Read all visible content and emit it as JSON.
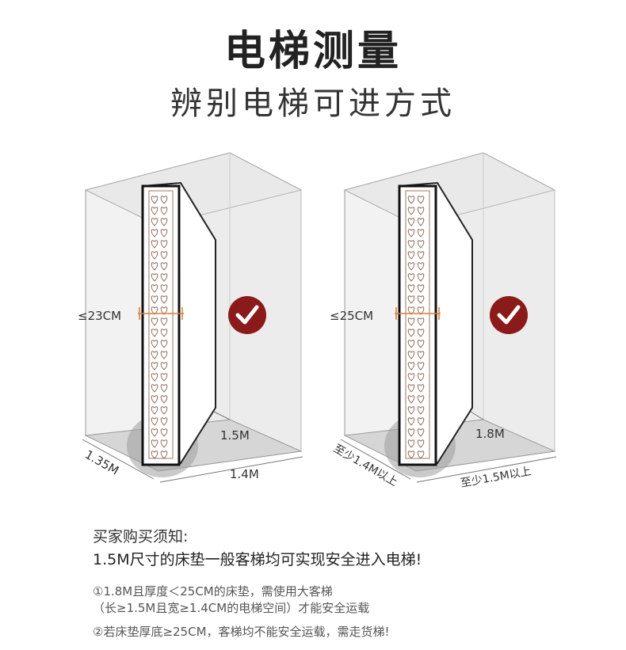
{
  "header": {
    "title": "电梯测量",
    "subtitle": "辨别电梯可进方式"
  },
  "scenes": [
    {
      "thickness_label": "≤23CM",
      "height_label": "1.5M",
      "width_label": "1.4M",
      "depth_label": "1.35M",
      "status_icon": "check-icon"
    },
    {
      "thickness_label": "≤25CM",
      "height_label": "1.8M",
      "width_label": "至少1.5M以上",
      "depth_label": "至少1.4M以上",
      "status_icon": "check-icon"
    }
  ],
  "notes": {
    "title": "买家购买须知:",
    "headline": "1.5M尺寸的床垫一般客梯均可实现安全进入电梯!",
    "item1_line1": "①1.8M且厚度＜25CM的床垫，需使用大客梯",
    "item1_line2": "（长≥1.5M且宽≥1.4CM的电梯空间）才能安全运载",
    "item2": "②若床垫厚底≥25CM，客梯均不能安全运载，需走货梯!"
  },
  "colors": {
    "check_badge": "#8b1a1a",
    "measure_line": "#e07a2e",
    "text_dark": "#222222"
  }
}
